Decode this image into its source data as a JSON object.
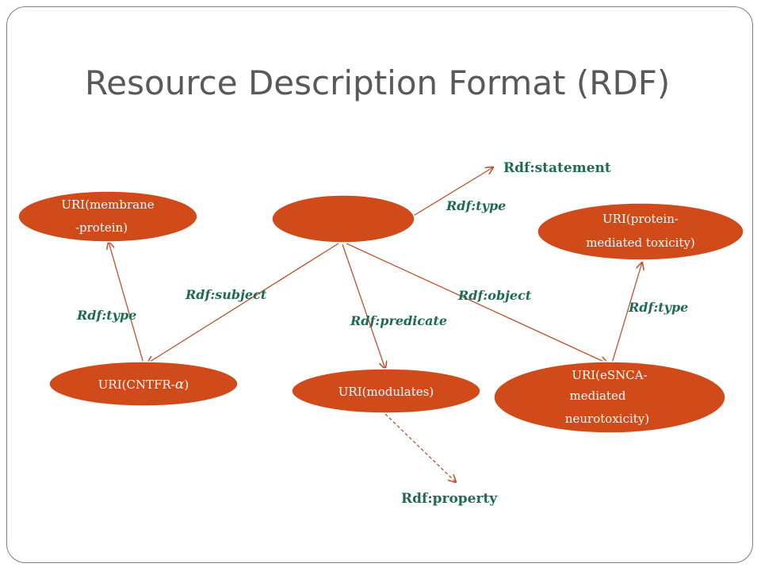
{
  "slide": {
    "title": "Resource Description Format (RDF)"
  },
  "nodes": {
    "membrane_protein": {
      "line1": "URI(membrane",
      "line2": "-protein)"
    },
    "statement": {
      "label": ""
    },
    "protein_toxicity": {
      "line1": "URI(protein-",
      "line2": "mediated toxicity)"
    },
    "cntfr": {
      "prefix": "URI(CNTFR-",
      "symbol": "α",
      "suffix": ")"
    },
    "modulates": {
      "label": "URI(modulates)"
    },
    "esnca": {
      "line1": "URI(eSNCA-",
      "line2": "mediated",
      "line3": "neurotoxicity)"
    }
  },
  "classes": {
    "statement": "Rdf:statement",
    "property": "Rdf:property"
  },
  "edges": {
    "statement_type": "Rdf:type",
    "subject": "Rdf:subject",
    "predicate": "Rdf:predicate",
    "object": "Rdf:object",
    "cntfr_type": "Rdf:type",
    "esnca_type": "Rdf:type"
  },
  "colors": {
    "node_fill": "#d04a1a",
    "edge": "#c0502a",
    "label": "#1e6b52",
    "title": "#595959"
  }
}
